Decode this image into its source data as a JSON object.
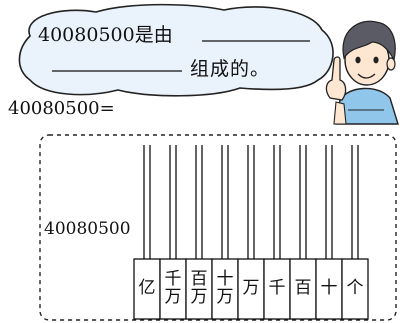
{
  "bubble": {
    "line1_text": "40080500是由",
    "line2_text": "组成的。"
  },
  "equation": "40080500=",
  "abacus": {
    "number_label": "40080500",
    "places": [
      [
        "亿"
      ],
      [
        "千",
        "万"
      ],
      [
        "百",
        "万"
      ],
      [
        "十",
        "万"
      ],
      [
        "万"
      ],
      [
        "千"
      ],
      [
        "百"
      ],
      [
        "十"
      ],
      [
        "个"
      ]
    ]
  },
  "colors": {
    "bubble_fill": "#eaf3fb",
    "shirt": "#8fc6ea",
    "hair": "#5b5b66",
    "skin": "#fde6d2"
  },
  "icons": [
    "thought-bubble",
    "boy-pointing-icon"
  ]
}
